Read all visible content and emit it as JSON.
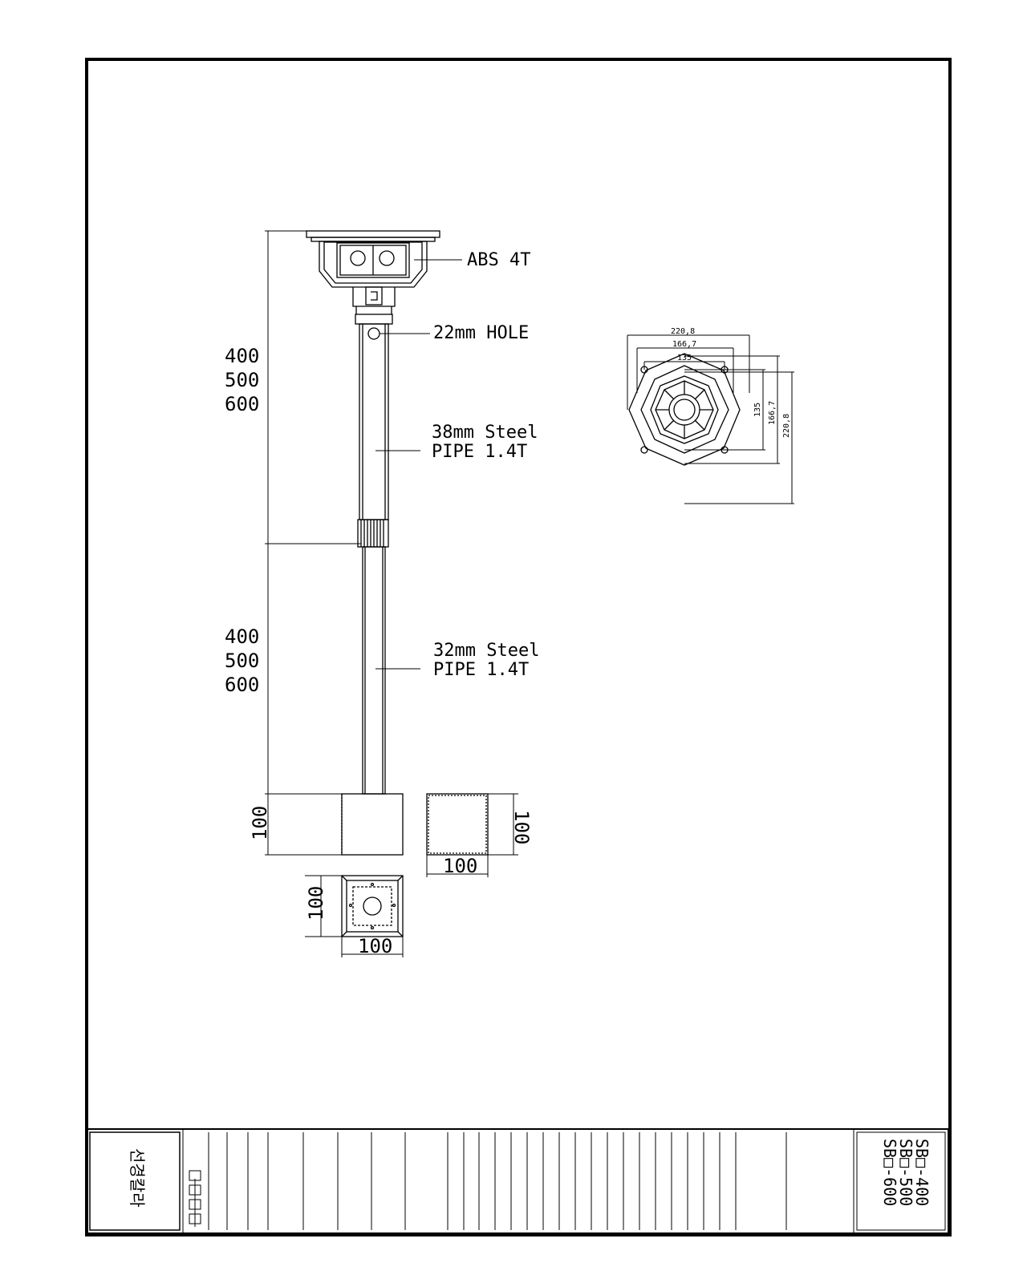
{
  "annotations": {
    "abs": "ABS 4T",
    "hole": "22mm HOLE",
    "pipe38_line1": "38mm Steel",
    "pipe38_line2": "PIPE 1.4T",
    "pipe32_line1": "32mm Steel",
    "pipe32_line2": "PIPE 1.4T"
  },
  "lengths_upper": [
    "400",
    "500",
    "600"
  ],
  "lengths_lower": [
    "400",
    "500",
    "600"
  ],
  "base_dims": {
    "front_height": "100",
    "side_height": "100",
    "side_width": "100",
    "plan_height": "100",
    "plan_width": "100"
  },
  "top_view_dims": {
    "outer": "220,8",
    "middle": "166,7",
    "inner": "135"
  },
  "title_block": {
    "company": "선경칼라",
    "model_codes": [
      "SB□-400",
      "SB□-500",
      "SB□-600"
    ],
    "drawing_no": "□-□□□"
  }
}
